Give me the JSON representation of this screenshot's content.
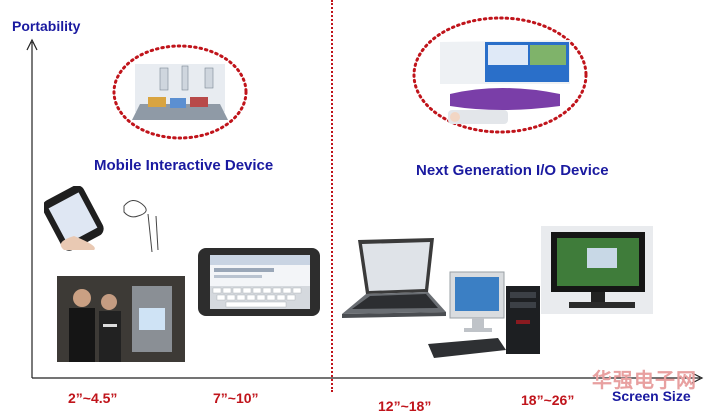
{
  "axes": {
    "y_label": "Portability",
    "x_label": "Screen Size"
  },
  "groups": {
    "mobile": "Mobile Interactive Device",
    "next_gen": "Next Generation I/O Device"
  },
  "sizes": [
    "2”~4.5”",
    "7”~10”",
    "12”~18”",
    "18”~26”"
  ],
  "watermark": "华强电子网",
  "colors": {
    "blue_text": "#1a1aa0",
    "red": "#c0141b",
    "screen_blue": "#2a6fc9"
  }
}
